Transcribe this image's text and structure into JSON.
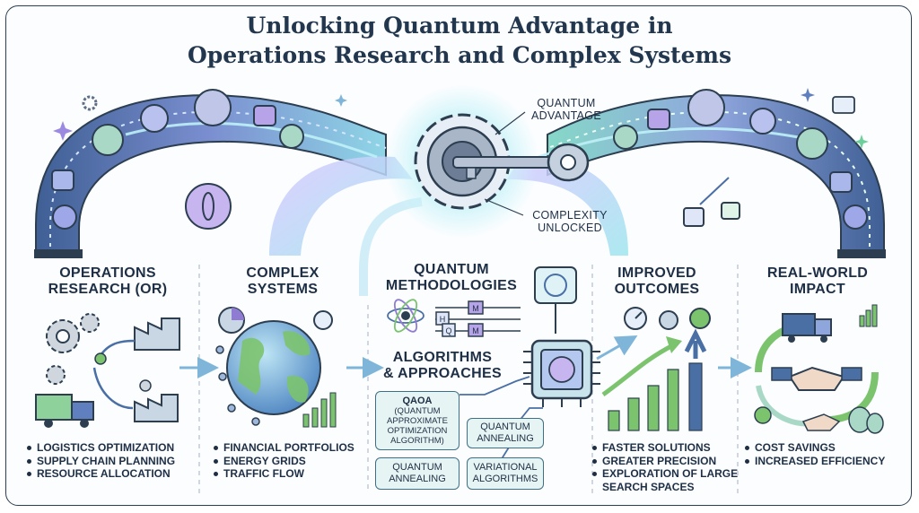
{
  "title": {
    "line1": "Unlocking Quantum Advantage in",
    "line2": "Operations Research and Complex Systems"
  },
  "callouts": {
    "quantum_advantage": [
      "QUANTUM",
      "ADVANTAGE"
    ],
    "complexity_unlocked": [
      "COMPLEXITY",
      "UNLOCKED"
    ]
  },
  "columns": [
    {
      "heading": [
        "OPERATIONS",
        "RESEARCH (OR)"
      ],
      "bullets": [
        "LOGISTICS OPTIMIZATION",
        "SUPPLY CHAIN PLANNING",
        "RESOURCE ALLOCATION"
      ]
    },
    {
      "heading": [
        "COMPLEX",
        "SYSTEMS"
      ],
      "bullets": [
        "FINANCIAL PORTFOLIOS",
        "ENERGY GRIDS",
        "TRAFFIC FLOW"
      ]
    },
    {
      "heading": [
        "QUANTUM",
        "METHODOLOGIES"
      ],
      "subheading": [
        "ALGORITHMS",
        "& APPROACHES"
      ],
      "algorithms": [
        {
          "lines": [
            "QAOA",
            "(QUANTUM",
            "APPROXIMATE",
            "OPTIMIZATION",
            "ALGORITHM)"
          ]
        },
        {
          "lines": [
            "QUANTUM",
            "ANNEALING"
          ]
        },
        {
          "lines": [
            "QUANTUM",
            "ANNEALING"
          ]
        },
        {
          "lines": [
            "VARIATIONAL",
            "ALGORITHMS"
          ]
        }
      ]
    },
    {
      "heading": [
        "IMPROVED",
        "OUTCOMES"
      ],
      "bullets": [
        "FASTER SOLUTIONS",
        "GREATER PRECISION",
        "EXPLORATION OF LARGE",
        "SEARCH SPACES"
      ]
    },
    {
      "heading": [
        "REAL-WORLD",
        "IMPACT"
      ],
      "bullets": [
        "COST SAVINGS",
        "INCREASED EFFICIENCY"
      ]
    }
  ],
  "circuit_labels": [
    "H",
    "Q",
    "M",
    "M"
  ],
  "colors": {
    "ink": "#1e2f45",
    "arch_blue": "#4a6fa5",
    "arch_purple": "#8f7bd1",
    "glow_cyan": "#9fe6ee",
    "green": "#7cc36e",
    "tile": "#e7f4f4"
  }
}
